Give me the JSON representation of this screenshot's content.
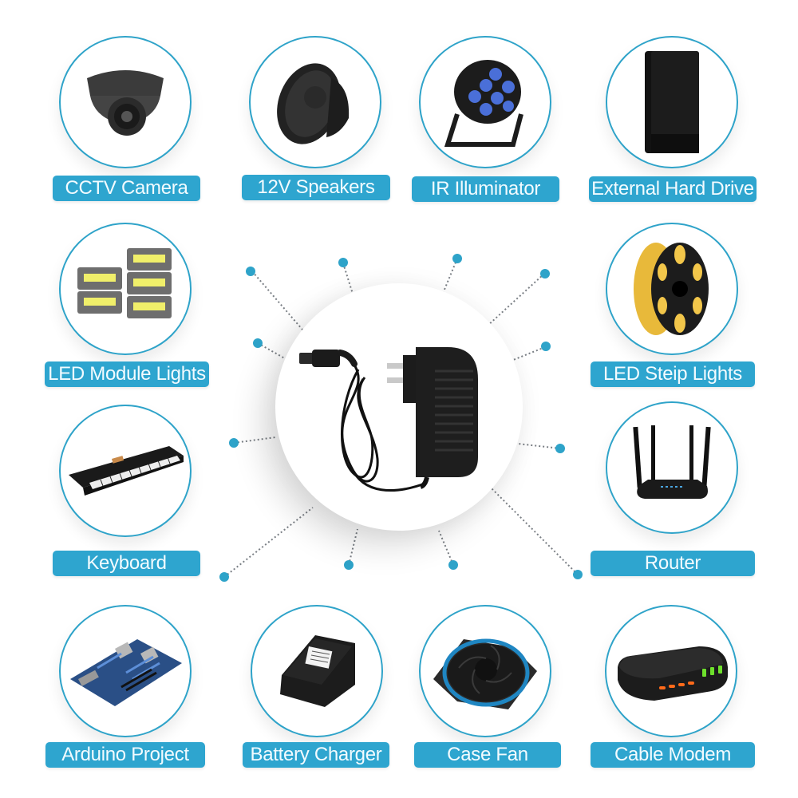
{
  "theme": {
    "accent": "#2ea5cf",
    "circle_border": "#2ea3c9",
    "label_text": "#f2fbff",
    "dot_color": "#2ea3c9",
    "connector_line": "#7a7f85"
  },
  "center_product": {
    "name": "12V power adapter with DC barrel plug",
    "icon": "power-adapter-icon"
  },
  "devices": [
    {
      "label": "CCTV Camera",
      "icon": "dome-camera-icon"
    },
    {
      "label": "12V Speakers",
      "icon": "speaker-icon"
    },
    {
      "label": "IR Illuminator",
      "icon": "par-light-icon"
    },
    {
      "label": "External Hard Drive",
      "icon": "hard-drive-icon"
    },
    {
      "label": "LED Module Lights",
      "icon": "flood-light-icon"
    },
    {
      "label": "LED Steip Lights",
      "icon": "led-strip-reel-icon"
    },
    {
      "label": "Keyboard",
      "icon": "music-keyboard-icon"
    },
    {
      "label": "Router",
      "icon": "router-icon"
    },
    {
      "label": "Arduino Project",
      "icon": "circuit-board-icon"
    },
    {
      "label": "Battery Charger",
      "icon": "battery-charger-icon"
    },
    {
      "label": "Case Fan",
      "icon": "case-fan-icon"
    },
    {
      "label": "Cable Modem",
      "icon": "cable-modem-icon"
    }
  ]
}
